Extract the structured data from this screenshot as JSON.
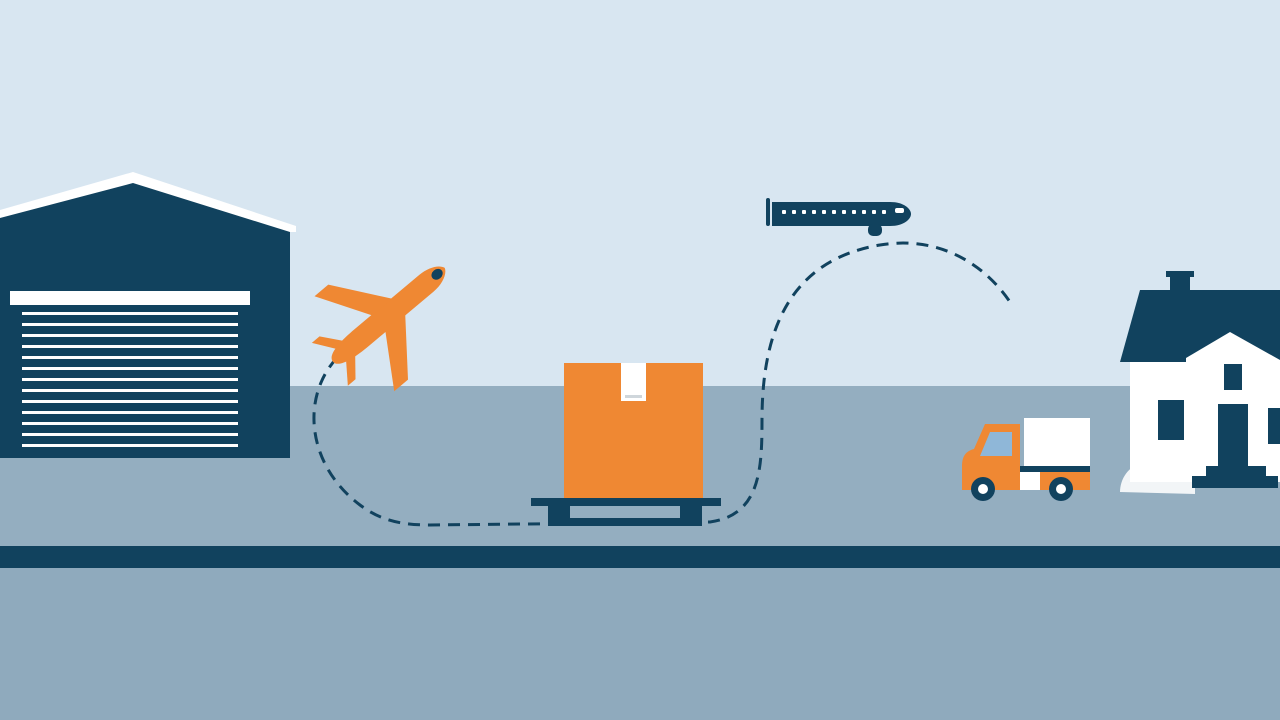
{
  "colors": {
    "sky": "#d8e6f1",
    "ground": "#94aec0",
    "ground_dark": "#8aa6b9",
    "navy": "#11425e",
    "orange": "#ef8833",
    "white": "#ffffff",
    "window_blue": "#8fb7d8",
    "cloud": "#f2f5f7"
  },
  "scene": {
    "elements": [
      "warehouse",
      "cargo-airplane",
      "passenger-airplane",
      "package-box",
      "pallet",
      "delivery-truck",
      "house",
      "dashed-route"
    ]
  },
  "icons": {
    "warehouse": "warehouse-icon",
    "cargo_plane": "airplane-icon",
    "passenger_plane": "jet-icon",
    "package": "box-icon",
    "pallet": "pallet-icon",
    "truck": "truck-icon",
    "house": "house-icon"
  }
}
